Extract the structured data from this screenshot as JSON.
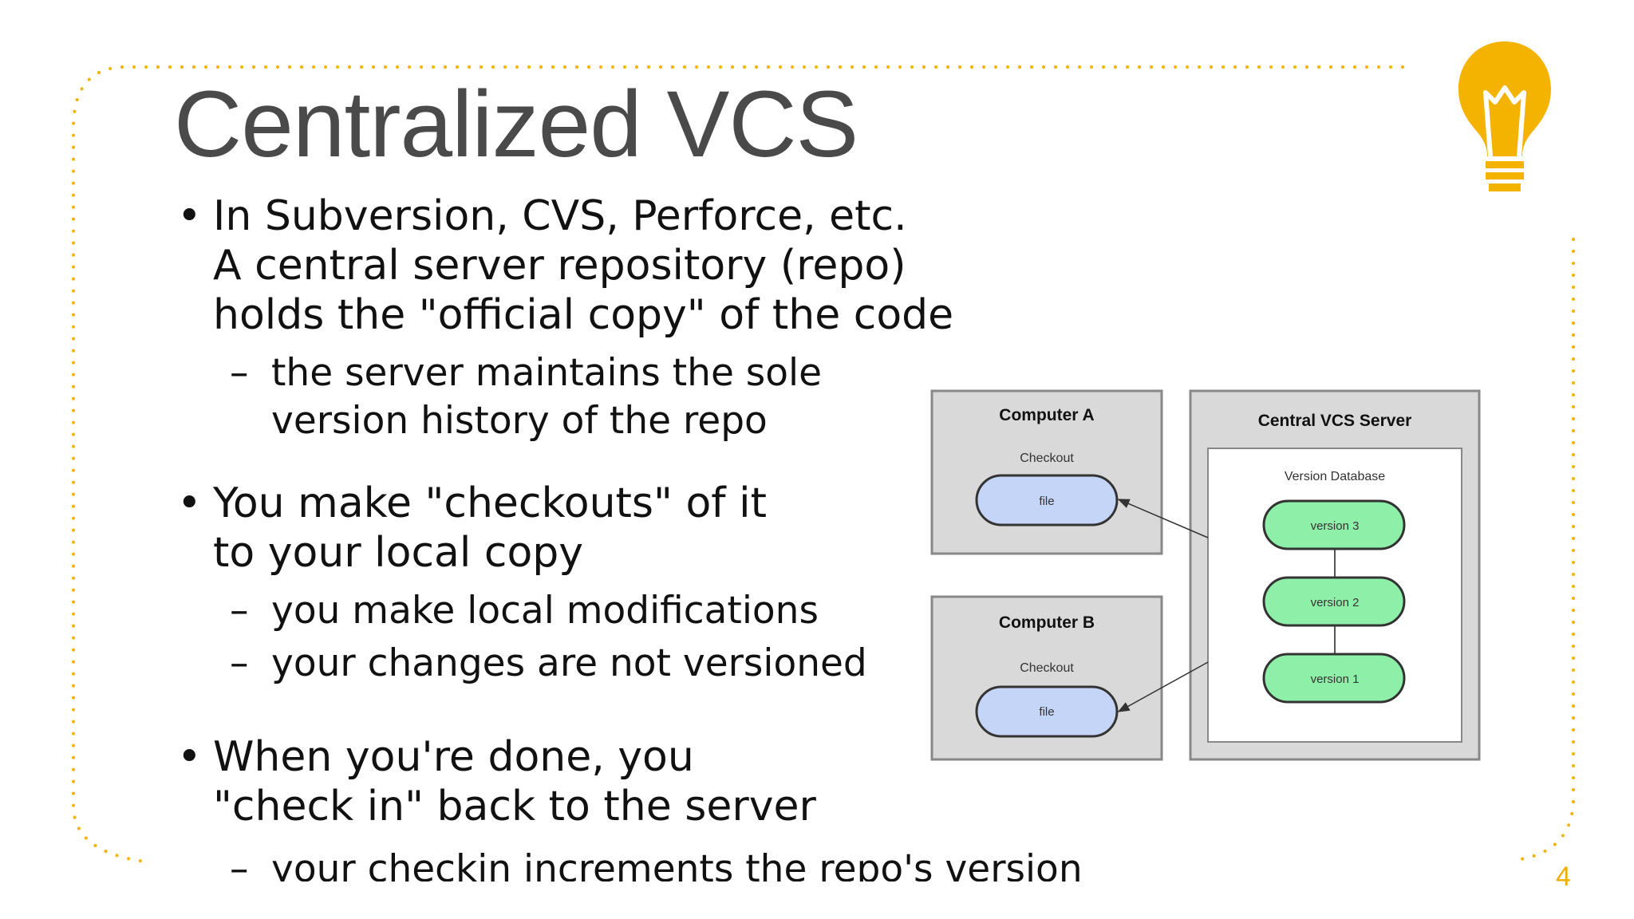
{
  "slide": {
    "title": "Centralized VCS",
    "page_number": "4",
    "accent_color": "#f5b301",
    "bullets": [
      {
        "lines": [
          "In Subversion, CVS, Perforce, etc.",
          "A central server repository (repo)",
          "holds the \"official copy\" of the code"
        ],
        "subs": [
          {
            "lines": [
              "the server maintains the sole",
              "version history of the repo"
            ]
          }
        ]
      },
      {
        "lines": [
          "You make \"checkouts\" of it",
          "to your local copy"
        ],
        "subs": [
          {
            "lines": [
              "you make local modifications"
            ]
          },
          {
            "lines": [
              "your changes are not versioned"
            ]
          }
        ]
      },
      {
        "lines": [
          "When you're done, you",
          "\"check in\" back to the server"
        ],
        "subs": [
          {
            "lines": [
              "your checkin increments the repo's version"
            ]
          }
        ]
      }
    ],
    "bullet_marker": "•",
    "sub_marker": "–"
  },
  "diagram": {
    "computer_a": {
      "title": "Computer A",
      "label": "Checkout",
      "file": "file"
    },
    "computer_b": {
      "title": "Computer B",
      "label": "Checkout",
      "file": "file"
    },
    "server": {
      "title": "Central VCS Server",
      "database_label": "Version Database",
      "versions": [
        "version 3",
        "version 2",
        "version 1"
      ]
    },
    "colors": {
      "file_fill": "#c5d5f7",
      "version_fill": "#8ef0a8",
      "box_fill": "#d9d9d9",
      "inner_fill": "#ffffff"
    }
  },
  "icons": {
    "lightbulb": "lightbulb-icon"
  }
}
